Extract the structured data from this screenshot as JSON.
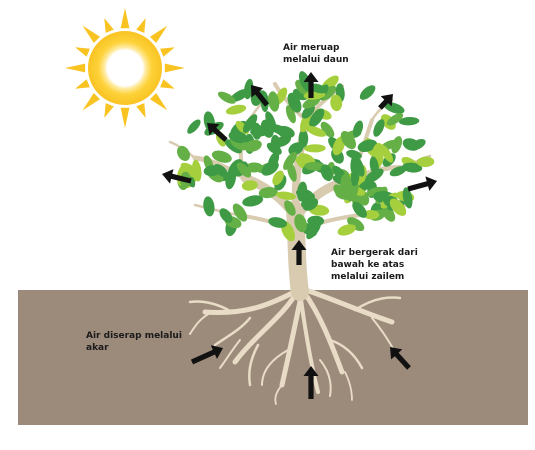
{
  "labels": {
    "evaporation": "Air meruap\nmelalui daun",
    "xylem": "Air bergerak dari\nbawah ke atas\nmelalui zailem",
    "roots": "Air diserap melalui\nakar"
  },
  "icons": {
    "sun": "sun-icon",
    "tree": "tree-icon",
    "arrow": "arrow-icon"
  },
  "colors": {
    "soil": "#9c8a7b",
    "sun_core": "#ffffff",
    "sun_glow": "#fdd23a",
    "sun_ray": "#f9c322",
    "trunk": "#d8cbb0",
    "root": "#e8dcc6",
    "leaf_dark": "#3f9a45",
    "leaf_mid": "#64b046",
    "leaf_light": "#a6cf3d",
    "arrow": "#111111"
  }
}
